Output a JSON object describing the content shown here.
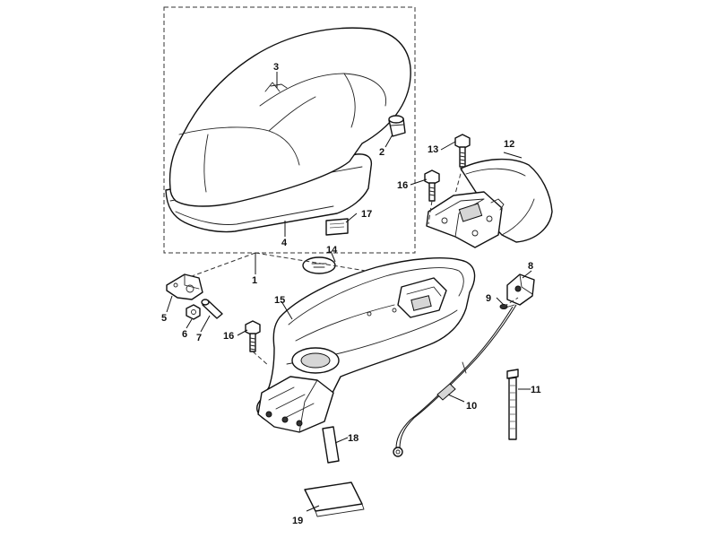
{
  "diagram": {
    "type": "exploded parts diagram",
    "callouts": [
      "1",
      "2",
      "3",
      "4",
      "5",
      "6",
      "7",
      "8",
      "9",
      "10",
      "11",
      "12",
      "13",
      "14",
      "15",
      "16",
      "16",
      "17",
      "18",
      "19"
    ]
  }
}
